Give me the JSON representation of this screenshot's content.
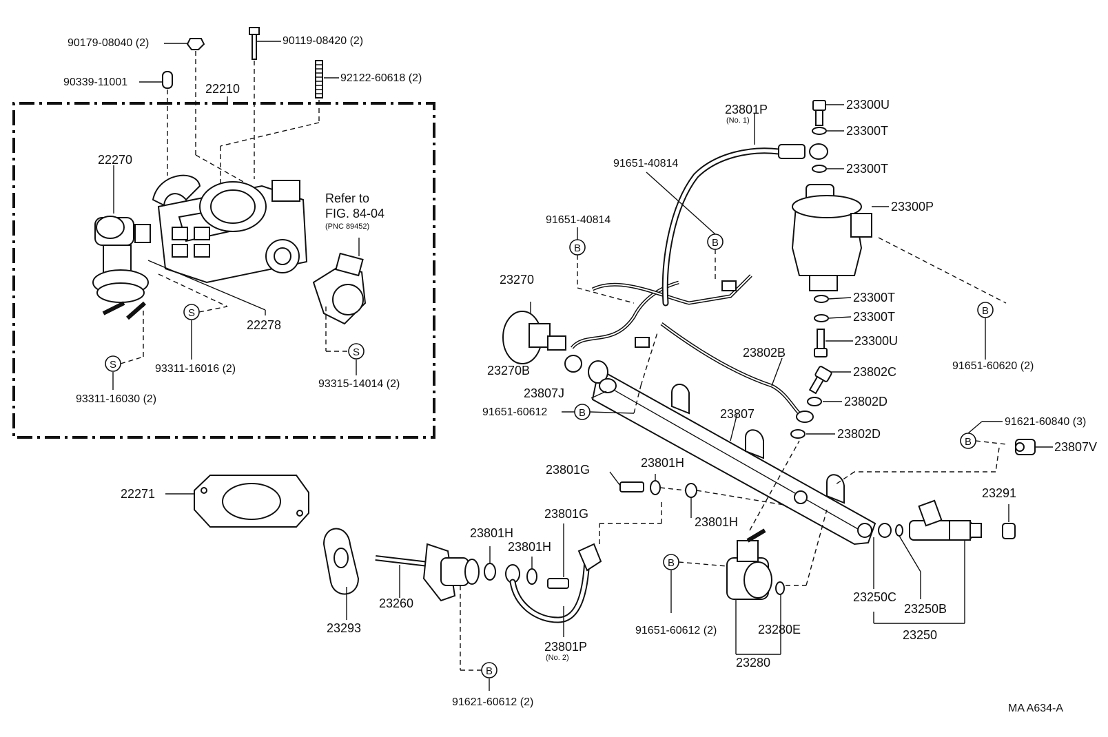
{
  "labels": {
    "p90179": "90179-08040 (2)",
    "p90119": "90119-08420 (2)",
    "p90339": "90339-11001",
    "p92122": "92122-60618 (2)",
    "p22210": "22210",
    "p22270": "22270",
    "refer_line1": "Refer to",
    "refer_line2": "FIG. 84-04",
    "refer_line3": "(PNC 89452)",
    "p22278": "22278",
    "p93311_16016": "93311-16016 (2)",
    "p93311_16030": "93311-16030 (2)",
    "p93315": "93315-14014 (2)",
    "p22271": "22271",
    "p23293": "23293",
    "p23260": "23260",
    "p23801P_1": "23801P",
    "p23801P_1_sub": "(No. 1)",
    "p91651_40814_a": "91651-40814",
    "p91651_40814_b": "91651-40814",
    "p23300U_a": "23300U",
    "p23300T_a": "23300T",
    "p23300T_b": "23300T",
    "p23300P": "23300P",
    "p23300T_c": "23300T",
    "p23300T_d": "23300T",
    "p23300U_b": "23300U",
    "p23270": "23270",
    "p23270B": "23270B",
    "p23807J": "23807J",
    "p91651_60612_a": "91651-60612",
    "p23802B": "23802B",
    "p23802C": "23802C",
    "p23802D_a": "23802D",
    "p23802D_b": "23802D",
    "p91651_60620": "91651-60620 (2)",
    "p23807": "23807",
    "p91621_60840": "91621-60840 (3)",
    "p23807V": "23807V",
    "p23801G_a": "23801G",
    "p23801H_a": "23801H",
    "p23801H_b": "23801H",
    "p23801H_c": "23801H",
    "p23801G_b": "23801G",
    "p23801H_d": "23801H",
    "p23291": "23291",
    "p23801P_2": "23801P",
    "p23801P_2_sub": "(No. 2)",
    "p91621_60612": "91621-60612 (2)",
    "p91651_60612_b": "91651-60612 (2)",
    "p23280E": "23280E",
    "p23280": "23280",
    "p23250C": "23250C",
    "p23250B": "23250B",
    "p23250": "23250",
    "footer_code": "MA  A634-A"
  },
  "symbols": {
    "b": "B",
    "s": "S"
  }
}
